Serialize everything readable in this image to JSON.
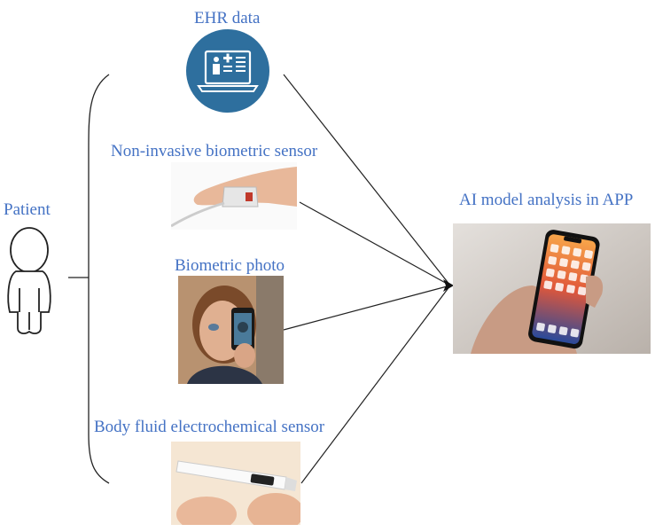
{
  "labels": {
    "patient": "Patient",
    "ehr": "EHR data",
    "noninvasive": "Non-invasive biometric sensor",
    "biometric_photo": "Biometric photo",
    "body_fluid": "Body fluid electrochemical sensor",
    "ai_app": "AI model analysis in APP"
  },
  "colors": {
    "label_text": "#4472c4",
    "ehr_circle": "#2e6f9e",
    "lines": "#222222"
  },
  "icons": {
    "patient": "person-outline-icon",
    "ehr": "laptop-medical-record-icon"
  }
}
